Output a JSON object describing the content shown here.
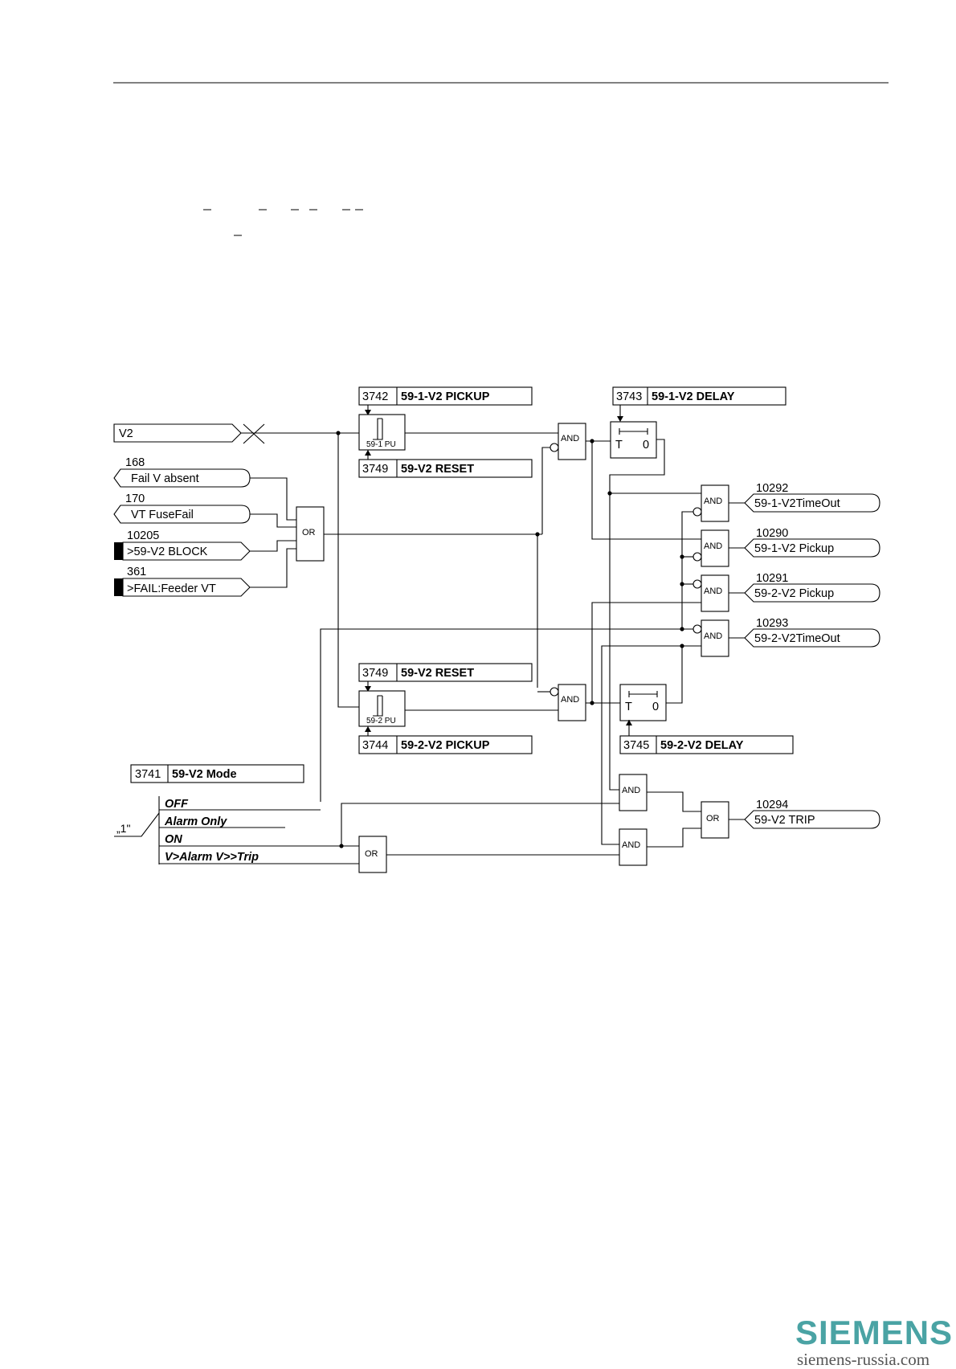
{
  "inputs": [
    {
      "id": "in-v2",
      "label": "V2",
      "number": ""
    },
    {
      "id": "in-168",
      "label": "Fail V absent",
      "number": "168"
    },
    {
      "id": "in-170",
      "label": "VT FuseFail",
      "number": "170"
    },
    {
      "id": "in-10205",
      "label": ">59-V2 BLOCK",
      "number": "10205"
    },
    {
      "id": "in-361",
      "label": ">FAIL:Feeder VT",
      "number": "361"
    }
  ],
  "params": [
    {
      "id": "p3742",
      "num": "3742",
      "name": "59-1-V2 PICKUP"
    },
    {
      "id": "p3749a",
      "num": "3749",
      "name": "59-V2 RESET"
    },
    {
      "id": "p3743",
      "num": "3743",
      "name": "59-1-V2 DELAY"
    },
    {
      "id": "p3749b",
      "num": "3749",
      "name": "59-V2 RESET"
    },
    {
      "id": "p3744",
      "num": "3744",
      "name": "59-2-V2 PICKUP"
    },
    {
      "id": "p3745",
      "num": "3745",
      "name": "59-2-V2 DELAY"
    },
    {
      "id": "p3741",
      "num": "3741",
      "name": "59-V2 Mode"
    }
  ],
  "outputs": [
    {
      "id": "o10292",
      "number": "10292",
      "label": "59-1-V2TimeOut"
    },
    {
      "id": "o10290",
      "number": "10290",
      "label": "59-1-V2 Pickup"
    },
    {
      "id": "o10291",
      "number": "10291",
      "label": "59-2-V2 Pickup"
    },
    {
      "id": "o10293",
      "number": "10293",
      "label": "59-2-V2TimeOut"
    },
    {
      "id": "o10294",
      "number": "10294",
      "label": "59-V2 TRIP"
    }
  ],
  "gates": {
    "and": "AND",
    "or": "OR"
  },
  "pickup_elements": {
    "stage1": "59-1 PU",
    "stage2": "59-2 PU"
  },
  "timer": {
    "t": "T",
    "zero": "0"
  },
  "mode_options": [
    "OFF",
    "Alarm Only",
    "ON",
    "V>Alarm V>>Trip"
  ],
  "mode_switch_input": "„1\"",
  "brand": {
    "name": "SIEMENS",
    "site": "siemens-russia.com",
    "color": "#4aa3a4"
  }
}
